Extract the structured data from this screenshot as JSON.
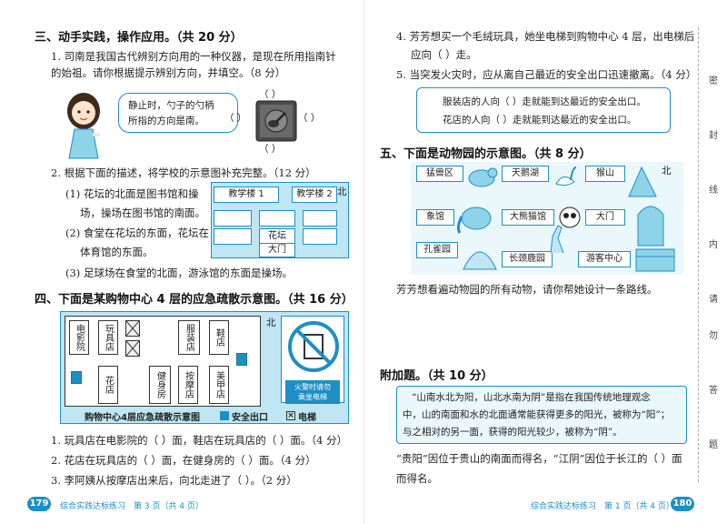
{
  "left": {
    "sec3_title": "三、动手实践，操作应用。（共 20 分）",
    "q1_line1": "1. 司南是我国古代辨别方向用的一种仪器，是现在所用指南针",
    "q1_line2": "的始祖。请你根据提示辨别方向，并填空。（8 分）",
    "bubble_line1": "静止时，勺子的勺柄",
    "bubble_line2": "所指的方向是南。",
    "paren": "（    ）",
    "q2_line1": "2. 根据下面的描述，将学校的示意图补充完整。（12 分）",
    "q2_item1a": "(1) 花坛的北面是图书馆和操",
    "q2_item1b": "场，操场在图书馆的南面。",
    "q2_item2a": "(2) 食堂在花坛的东面，花坛在",
    "q2_item2b": "体育馆的东面。",
    "q2_item3": "(3) 足球场在食堂的北面，游泳馆的东面是操场。",
    "school": {
      "building1": "教学楼 1",
      "building2": "教学楼 2",
      "flower_bed": "花坛",
      "gate": "大门",
      "north": "北"
    },
    "sec4_title": "四、下面是某购物中心 4 层的应急疏散示意图。（共 16 分）",
    "mall": {
      "rooms": [
        "电影院",
        "玩具店",
        "服装店",
        "鞋店",
        "花店",
        "健身房",
        "按摩店",
        "美甲店"
      ],
      "north": "北",
      "caption": "购物中心4层应急疏散示意图",
      "exit_legend": "安全出口",
      "elevator_legend": "电梯",
      "sign_line1": "火警时请勿",
      "sign_line2": "乘坐电梯"
    },
    "q4_1": "1. 玩具店在电影院的（       ）面，鞋店在玩具店的（       ）面。（4 分）",
    "q4_2": "2. 花店在玩具店的（       ）面，在健身房的（       ）面。（4 分）",
    "q4_3": "3. 李阿姨从按摩店出来后，向北走进了（           ）。（2 分）",
    "page_number": "179",
    "footer": "综合实践达标练习　第 3 页（共 4 页）"
  },
  "right": {
    "q4_4a": "4. 芳芳想买一个毛绒玩具，她坐电梯到购物中心 4 层，出电梯后",
    "q4_4b": "应向（       ）走。",
    "q4_5": "5. 当突发火灾时，应从离自己最近的安全出口迅速撤离。（4 分）",
    "box_line1": "服装店的人向（       ）走就能到达最近的安全出口。",
    "box_line2": "花店的人向（       ）走就能到达最近的安全出口。",
    "sec5_title": "五、下面是动物园的示意图。（共 8 分）",
    "zoo": {
      "places": [
        "猛兽区",
        "天鹅湖",
        "猴山",
        "象馆",
        "大熊猫馆",
        "大门",
        "孔雀园",
        "长颈鹿园",
        "游客中心"
      ],
      "north": "北"
    },
    "zoo_q": "芳芳想看遍动物园的所有动物，请你帮她设计一条路线。",
    "extra_title": "附加题。（共 10 分）",
    "extra_box_1": "“山南水北为阳，山北水南为阴”是指在我国传统地理观念",
    "extra_box_2": "中，山的南面和水的北面通常能获得更多的阳光，被称为“阳”；",
    "extra_box_3": "与之相对的另一面，获得的阳光较少，被称为“阴”。",
    "extra_q1": "“贵阳”因位于贵山的南面而得名，“江阴”因位于长江的（       ）面",
    "extra_q2": "而得名。",
    "page_number": "180",
    "footer": "综合实践达标练习　第 1 页（共 4 页）",
    "side_chars": [
      "密",
      "封",
      "线",
      "内",
      "请",
      "勿",
      "答",
      "题"
    ]
  }
}
